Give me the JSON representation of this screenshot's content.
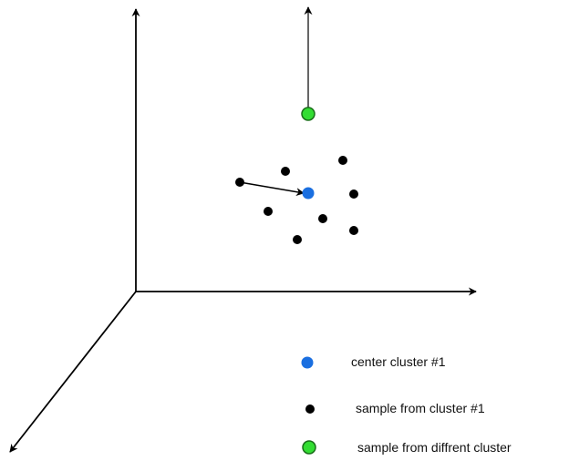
{
  "colors": {
    "axis": "#000000",
    "sample": "#000000",
    "center": "#1a6fe0",
    "different": "#33dd33",
    "different_stroke": "#1a6e1a"
  },
  "legend": {
    "center_label": "center cluster #1",
    "sample_label": "sample from cluster #1",
    "different_label": "sample from diffrent cluster"
  }
}
